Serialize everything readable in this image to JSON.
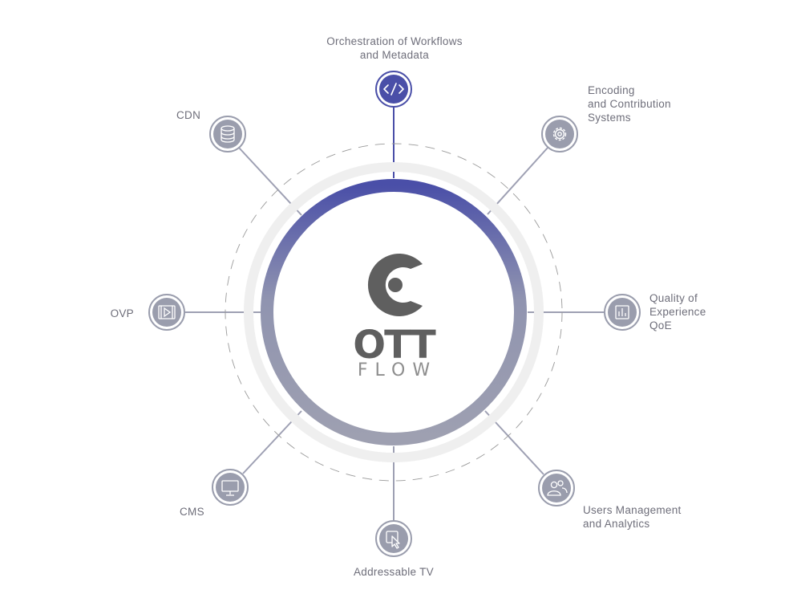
{
  "logo": {
    "line1": "OTT",
    "line2": "FLOW",
    "mark": "ott-flow-c-logo"
  },
  "colors": {
    "accent": "#4a4fa8",
    "node": "#9a9dad",
    "ring_bottom": "#9ea0b1",
    "spoke": "#9ea0b3",
    "faint_ring": "#efefef"
  },
  "nodes": {
    "orchestration": {
      "label": "Orchestration of Workflows\nand Metadata",
      "icon": "code-icon",
      "active": true
    },
    "encoding": {
      "label": "Encoding\nand Contribution\nSystems",
      "icon": "gear-icon"
    },
    "qoe": {
      "label": "Quality of\nExperience\nQoE",
      "icon": "bar-chart-icon"
    },
    "users": {
      "label": "Users Management\nand Analytics",
      "icon": "users-icon"
    },
    "addressable_tv": {
      "label": "Addressable TV",
      "icon": "cursor-click-icon"
    },
    "cms": {
      "label": "CMS",
      "icon": "monitor-icon"
    },
    "ovp": {
      "label": "OVP",
      "icon": "film-play-icon"
    },
    "cdn": {
      "label": "CDN",
      "icon": "database-icon"
    }
  }
}
